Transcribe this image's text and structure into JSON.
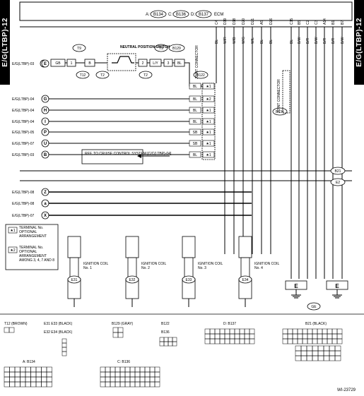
{
  "side_label": "E/G(LTBP)-12",
  "ecm": {
    "prefix_a": "A:",
    "a": "B134",
    "prefix_c": "C:",
    "c": "B136",
    "prefix_d": "D:",
    "d": "B137",
    "suffix": "ECM"
  },
  "ecm_pins": [
    {
      "pin": "C4",
      "wire": "BL"
    },
    {
      "pin": "D19",
      "wire": "W/R"
    },
    {
      "pin": "D18",
      "wire": "W/B"
    },
    {
      "pin": "D20",
      "wire": "W/G"
    },
    {
      "pin": "D21",
      "wire": "W/L"
    },
    {
      "pin": "A5",
      "wire": "BL"
    },
    {
      "pin": "D26",
      "wire": "BL"
    },
    {
      "pin": "C15",
      "wire": "BL"
    },
    {
      "pin": "B5",
      "wire": "B/W"
    },
    {
      "pin": "C2",
      "wire": "B/R"
    },
    {
      "pin": "C3",
      "wire": "B/W"
    },
    {
      "pin": "A14",
      "wire": "B/R"
    },
    {
      "pin": "B1",
      "wire": "B/R"
    },
    {
      "pin": "B7",
      "wire": "B/W"
    }
  ],
  "neutral": {
    "title": "NEUTRAL POSITION SWITCH",
    "refs": {
      "e": "E",
      "t9": "T9",
      "b129": "B129",
      "t12": "T12",
      "t2": "T2"
    },
    "pins": [
      "1",
      "2",
      "3"
    ],
    "wires": [
      "GB",
      "B",
      "L/Y",
      "BL"
    ]
  },
  "joint_connector": {
    "label": "JOINT CONNECTOR",
    "ref": "B122"
  },
  "joint_connector2": {
    "label": "JOINT CONNECTOR",
    "ref": "B136"
  },
  "ref_box": "REF. TO CRUISE CONTROL SYSTEM [C/C(LTBP)-04]",
  "left_refs": [
    {
      "text": "E/G(LTBP)-03",
      "letter": "E"
    },
    {
      "text": "E/G(LTBP)-04",
      "letter": "G"
    },
    {
      "text": "E/G(LTBP)-04",
      "letter": "H"
    },
    {
      "text": "E/G(LTBP)-04",
      "letter": "I"
    },
    {
      "text": "E/G(LTBP)-05",
      "letter": "P"
    },
    {
      "text": "E/G(LTBP)-07",
      "letter": "U"
    },
    {
      "text": "E/G(LTBP)-03",
      "letter": "B"
    },
    {
      "text": "E/G(LTBP)-08",
      "letter": "Z"
    },
    {
      "text": "E/G(LTBP)-08",
      "letter": "a"
    },
    {
      "text": "E/G(LTBP)-07",
      "letter": "X"
    }
  ],
  "bl_labels": [
    "BL",
    "BL",
    "BL",
    "BL",
    "SB",
    "SB",
    "BL"
  ],
  "star_labels": [
    "★1",
    "★2",
    "★1",
    "★1",
    "★1",
    "★1",
    "★1",
    "★1"
  ],
  "notes": [
    {
      "mark": "★1",
      "text": "TERMINAL No. OPTIONAL ARRANGEMENT"
    },
    {
      "mark": "★2",
      "text": "TERMINAL No. OPTIONAL ARRANGEMENT AMONG 3, 4, 7 AND 8"
    }
  ],
  "coils": [
    {
      "name": "IGNITION COIL No. 1",
      "ref": "E31"
    },
    {
      "name": "IGNITION COIL No. 2",
      "ref": "E32"
    },
    {
      "name": "IGNITION COIL No. 3",
      "ref": "E33"
    },
    {
      "name": "IGNITION COIL No. 4",
      "ref": "E34"
    }
  ],
  "b21_top": "B21",
  "e2": "E2",
  "ground": "E",
  "ge": "GE",
  "bottom_connectors": {
    "t12": "T12",
    "t12_color": "(BROWN)",
    "e31": "E31",
    "e33": "E33",
    "e33_color": "(BLACK)",
    "e32": "E32",
    "e34": "E34",
    "e34_color": "(BLACK)",
    "b129": "B129",
    "b129_color": "(GRAY)",
    "b122": "B122",
    "b136": "B136",
    "d137": "D: B137",
    "b21": "B21",
    "b21_color": "(BLACK)",
    "a134": "A: B134",
    "c136": "C: B136"
  },
  "figure_id": "WI-23729"
}
